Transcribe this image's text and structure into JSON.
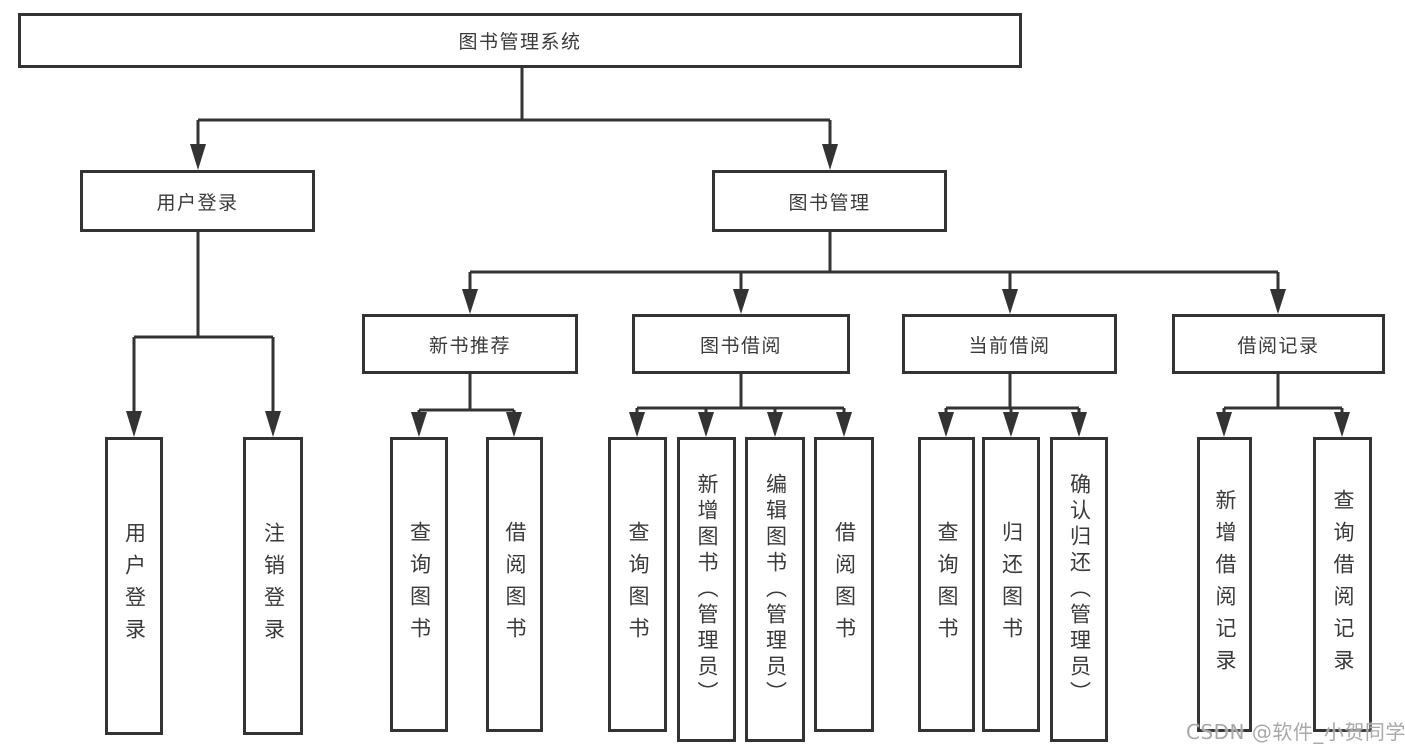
{
  "diagram": {
    "type": "hierarchy-tree",
    "root": {
      "label": "图书管理系统",
      "children": [
        {
          "label": "用户登录",
          "children": [
            {
              "label": "用户登录"
            },
            {
              "label": "注销登录"
            }
          ]
        },
        {
          "label": "图书管理",
          "children": [
            {
              "label": "新书推荐",
              "children": [
                {
                  "label": "查询图书"
                },
                {
                  "label": "借阅图书"
                }
              ]
            },
            {
              "label": "图书借阅",
              "children": [
                {
                  "label": "查询图书"
                },
                {
                  "label": "新增图书（管理员）"
                },
                {
                  "label": "编辑图书（管理员）"
                },
                {
                  "label": "借阅图书"
                }
              ]
            },
            {
              "label": "当前借阅",
              "children": [
                {
                  "label": "查询图书"
                },
                {
                  "label": "归还图书"
                },
                {
                  "label": "确认归还（管理员）"
                }
              ]
            },
            {
              "label": "借阅记录",
              "children": [
                {
                  "label": "新增借阅记录"
                },
                {
                  "label": "查询借阅记录"
                }
              ]
            }
          ]
        }
      ]
    }
  },
  "watermark": {
    "text": "CSDN @软件_小贺同学"
  },
  "colors": {
    "line": "#333333",
    "box_border": "#333333",
    "text": "#3a3a3a",
    "watermark": "#a7a9ab",
    "background": "#ffffff"
  }
}
